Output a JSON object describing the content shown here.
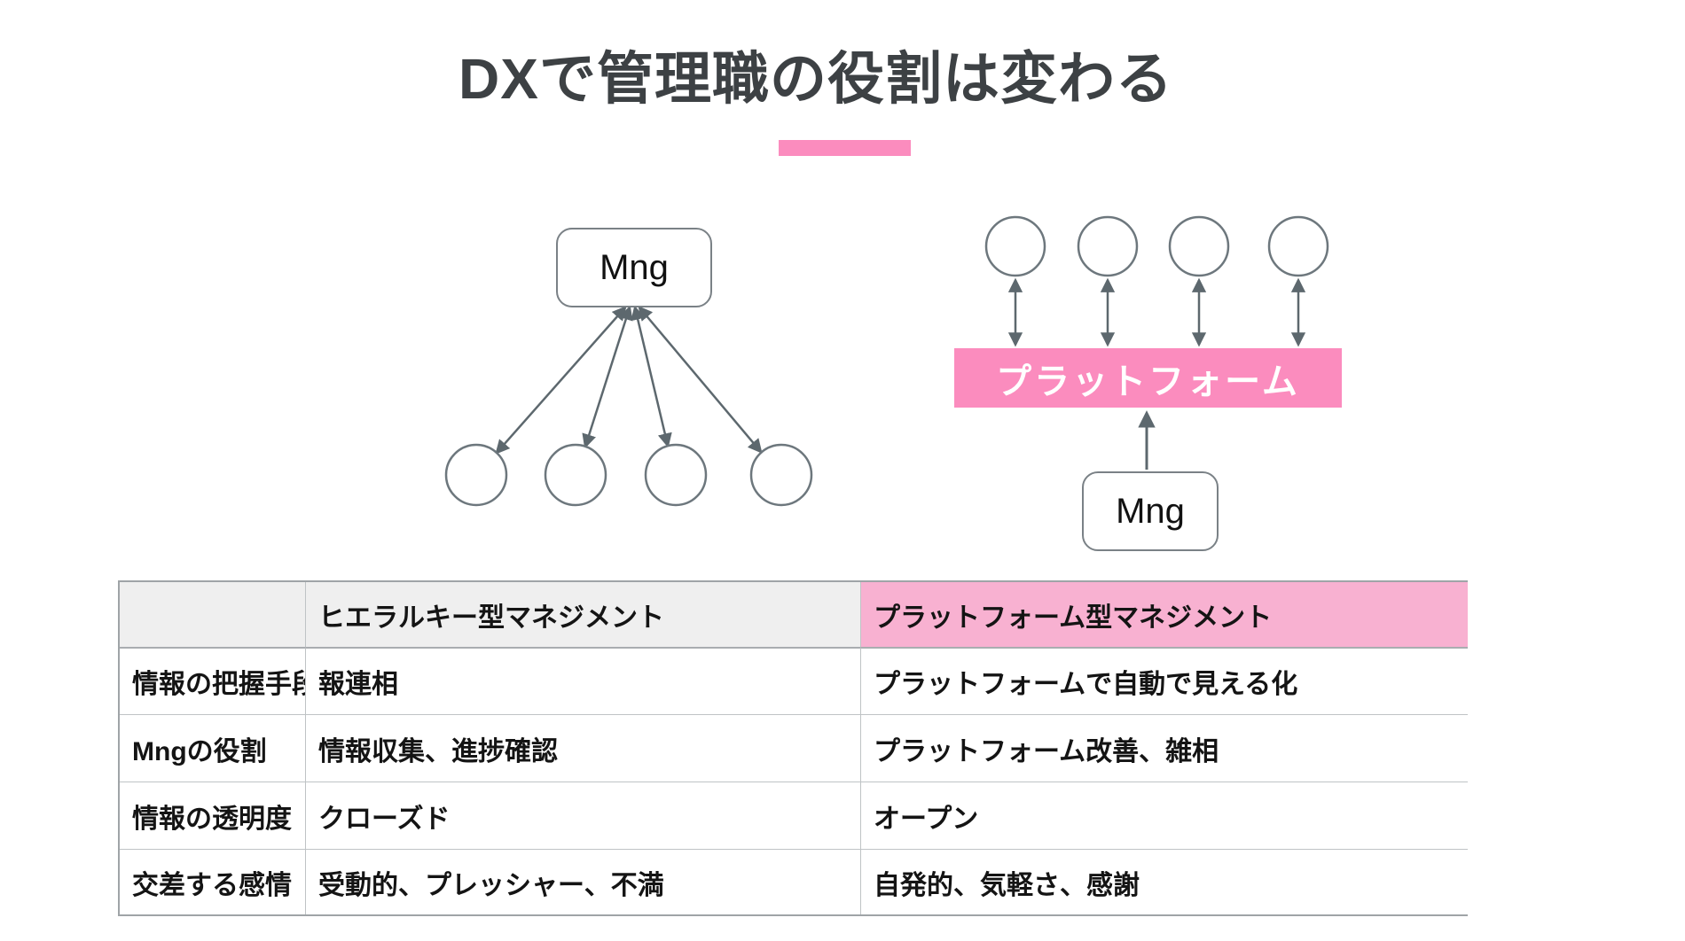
{
  "title": "DXで管理職の役割は変わる",
  "colors": {
    "accent_pink": "#fb8cbe",
    "table_header_pink": "#f8b1d1",
    "table_header_gray": "#efefef",
    "arrow_gray": "#5d686e",
    "title_gray": "#3d4144"
  },
  "hierarchy_diagram": {
    "manager_label": "Mng",
    "member_count": 4
  },
  "platform_diagram": {
    "platform_label": "プラットフォーム",
    "manager_label": "Mng",
    "member_count": 4
  },
  "table": {
    "columns": [
      "",
      "ヒエラルキー型マネジメント",
      "プラットフォーム型マネジメント"
    ],
    "rows": [
      {
        "label": "情報の把握手段",
        "hierarchy": "報連相",
        "platform": "プラットフォームで自動で見える化"
      },
      {
        "label": "Mngの役割",
        "hierarchy": "情報収集、進捗確認",
        "platform": "プラットフォーム改善、雑相"
      },
      {
        "label": "情報の透明度",
        "hierarchy": "クローズド",
        "platform": "オープン"
      },
      {
        "label": "交差する感情",
        "hierarchy": "受動的、プレッシャー、不満",
        "platform": "自発的、気軽さ、感謝"
      }
    ]
  }
}
